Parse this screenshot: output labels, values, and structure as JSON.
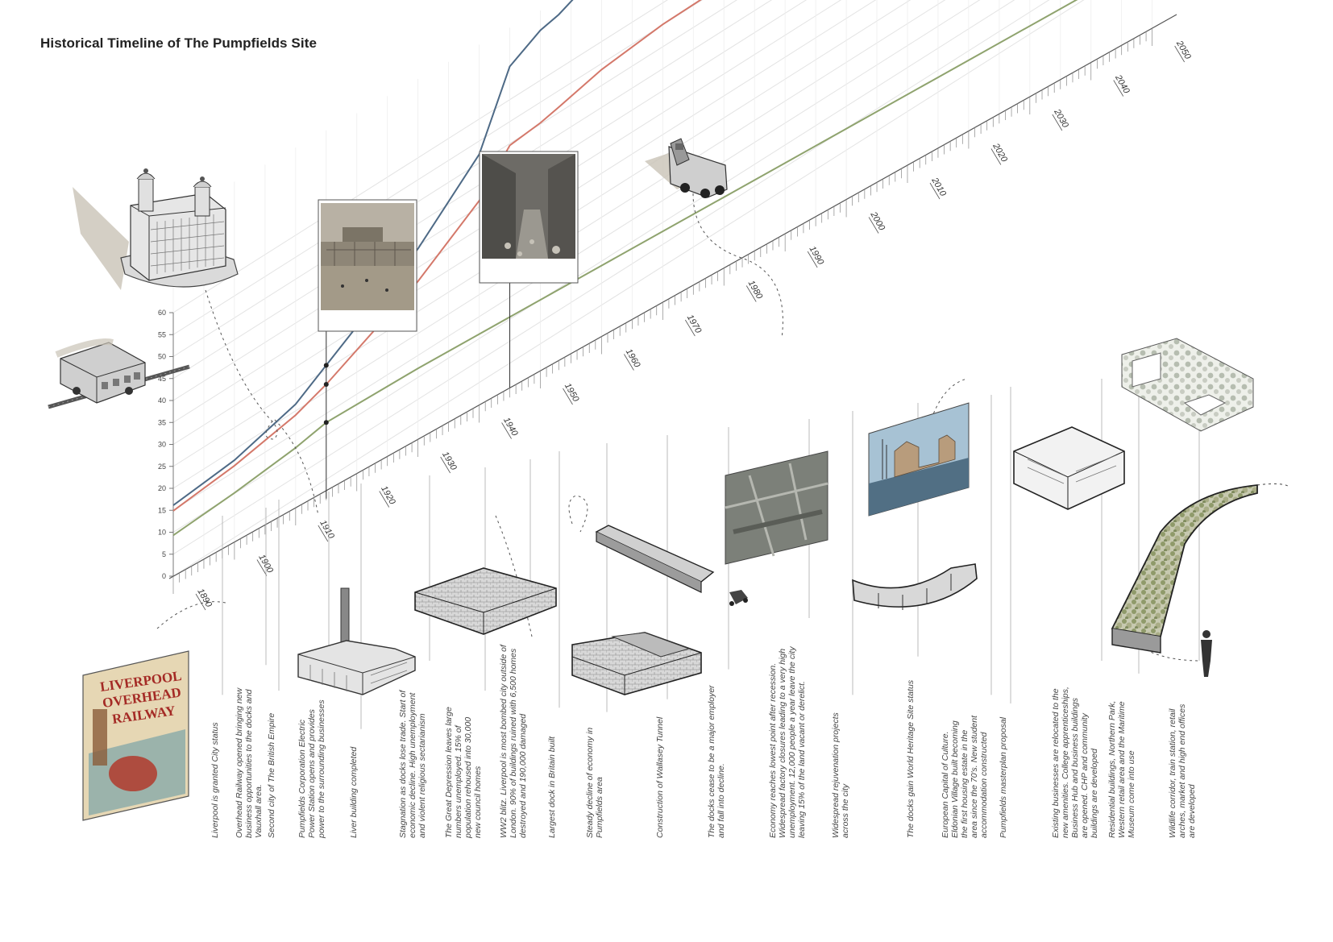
{
  "title": "Historical Timeline of The Pumpfields Site",
  "colors": {
    "population_line": "#4e6a86",
    "employment_line": "#d4786a",
    "baseline_line": "#8fa36e",
    "grid": "#e3e3e3"
  },
  "y_axis": {
    "ticks": [
      "0",
      "5",
      "10",
      "15",
      "20",
      "25",
      "30",
      "35",
      "40",
      "45",
      "50",
      "55",
      "60"
    ]
  },
  "years": [
    "1890",
    "1900",
    "1910",
    "1920",
    "1930",
    "1940",
    "1950",
    "1960",
    "1970",
    "1980",
    "1990",
    "2000",
    "2010",
    "2020",
    "2030",
    "2040",
    "2050"
  ],
  "poster": {
    "line1": "LIVERPOOL",
    "line2": "OVERHEAD",
    "line3": "RAILWAY"
  },
  "events": [
    "Liverpool is granted City status",
    "Overhead Railway opened bringing new|business opportunities to the docks and|Vauxhall area.",
    "Second city of The British Empire",
    "Pumpfields Corporation Electric|Power Station opens and provides|power to the surrounding businesses",
    "Liver building completed",
    "Stagnation as docks lose trade. Start of|economic decline. High unemployment|and violent religious sectarianism",
    "The Great Depression leaves large|numbers unemployed. 15% of|population rehoused into 30,000|new council homes",
    "WW2 blitz. Liverpool is most bombed city outside of|London. 90% of buildings ruined with 6,500 homes|destroyed and 190,000 damaged",
    "Largest dock in Britain built",
    "Steady decline of economy in|Pumpfields area",
    "Construction of Wallasey Tunnel",
    "The docks cease to be a major employer|and fall into decline.",
    "Economy reaches lowest point after recession.|Widespread factory closures leading to a very high|unemployment. 12,000 people a year leave the city|leaving 15% of the land vacant or derelict.",
    "Widespread rejuvenation projects|across the city",
    "The docks gain World Heritage Site status",
    "European Capital of Culture.|Eldonian Village built becoming|the first housing estate in the|area since the 70's. New student|accommodation constructed",
    "Pumpfields masterplan proposal",
    "Existing businesses are relocated to the|new amenities. College apprenticeships,|Business Hub and business buildings|are opened. CHP and community|buildings are developed",
    "Residential buildings, Northern Park,|Western retail area and the Maritime|Museum come into use",
    "Wildlife corridor, train station, retail|arches, market and high end offices|are developed"
  ]
}
